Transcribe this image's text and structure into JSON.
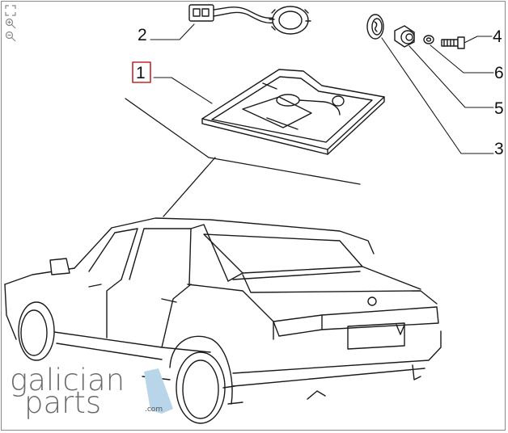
{
  "tools": [
    {
      "name": "fullscreen-icon"
    },
    {
      "name": "zoom-in-icon"
    },
    {
      "name": "zoom-out-icon"
    }
  ],
  "callouts": {
    "c1": "1",
    "c2": "2",
    "c3": "3",
    "c4": "4",
    "c5": "5",
    "c6": "6"
  },
  "colors": {
    "line": "#1a1a1a",
    "highlight_box": "#c0282c",
    "logo_text": "#6b6b6b",
    "logo_accent": "#b9d5ea"
  },
  "logo": {
    "line1": "galician",
    "line2": "parts",
    "suffix": ".com"
  }
}
